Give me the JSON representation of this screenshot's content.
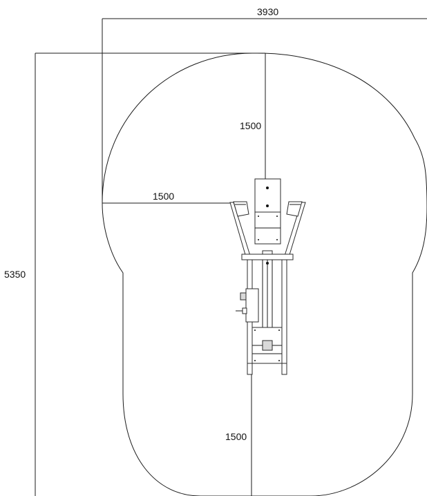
{
  "dimensions": {
    "overall_width": "3930",
    "overall_length": "5350",
    "radius_top": "1500",
    "radius_side": "1500",
    "radius_bottom": "1500"
  }
}
